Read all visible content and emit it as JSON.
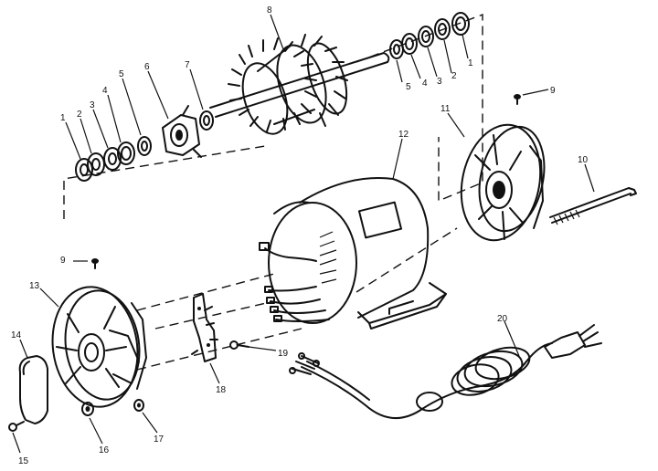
{
  "callouts": {
    "c1_left": "1",
    "c2_left": "2",
    "c3_left": "3",
    "c4_left": "4",
    "c5_left": "5",
    "c6": "6",
    "c7": "7",
    "c8": "8",
    "c5_right": "5",
    "c4_right": "4",
    "c3_right": "3",
    "c2_right": "2",
    "c1_right": "1",
    "c9_right": "9",
    "c11": "11",
    "c10": "10",
    "c12": "12",
    "c9_left": "9",
    "c13": "13",
    "c14": "14",
    "c15": "15",
    "c16": "16",
    "c17": "17",
    "c18": "18",
    "c19": "19",
    "c20": "20"
  }
}
